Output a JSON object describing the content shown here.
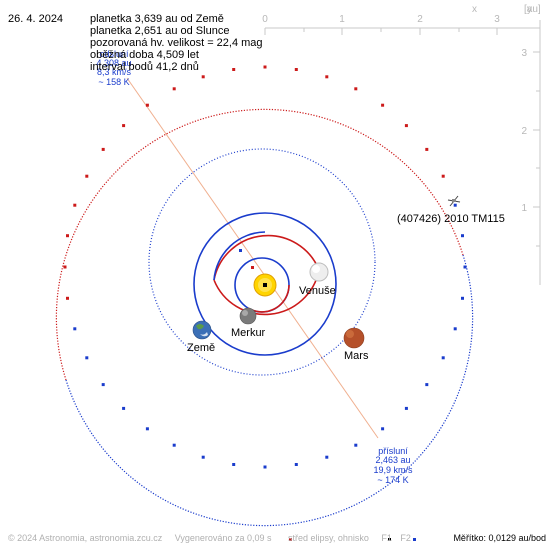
{
  "date": "26. 4. 2024",
  "info_lines": [
    "planetka 3,639 au od Země",
    "planetka 2,651 au od Slunce",
    "pozorovaná hv. velikost = 22,4 mag",
    "oběžná doba 4,509 let",
    "interval bodů 41,2 dnů"
  ],
  "aphelion": {
    "title": "odsluní",
    "dist": "4,308 au",
    "speed": "8,3 km/s",
    "temp": "~ 158 K"
  },
  "perihelion": {
    "title": "přísluní",
    "dist": "2,463 au",
    "speed": "19,9 km/s",
    "temp": "~ 174 K"
  },
  "object_label": "(407426) 2010 TM115",
  "planets": {
    "venus": "Venuše",
    "mercury": "Merkur",
    "earth": "Země",
    "mars": "Mars"
  },
  "axes": {
    "x_ticks": [
      "0",
      "1",
      "2",
      "3"
    ],
    "y_ticks": [
      "3",
      "2",
      "1"
    ],
    "x_label": "x",
    "y_label": "y",
    "unit": "[au]"
  },
  "footer": {
    "copyright": "© 2024 Astronomia, astronomia.zcu.cz",
    "generated": "Vygenerováno za 0,09 s",
    "legend_center": "střed elipsy, ohnisko",
    "legend_f1": "F1",
    "legend_f2": "F2",
    "scale": "Měřítko: 0,0129 au/bod"
  },
  "colors": {
    "orbit_blue": "#1a3ccc",
    "orbit_red": "#cc1a1a",
    "apsis_line": "#f0b090",
    "axis_gray": "#c8c8c8",
    "label_blue": "#1a3ccc",
    "sun": "#ffd400"
  }
}
